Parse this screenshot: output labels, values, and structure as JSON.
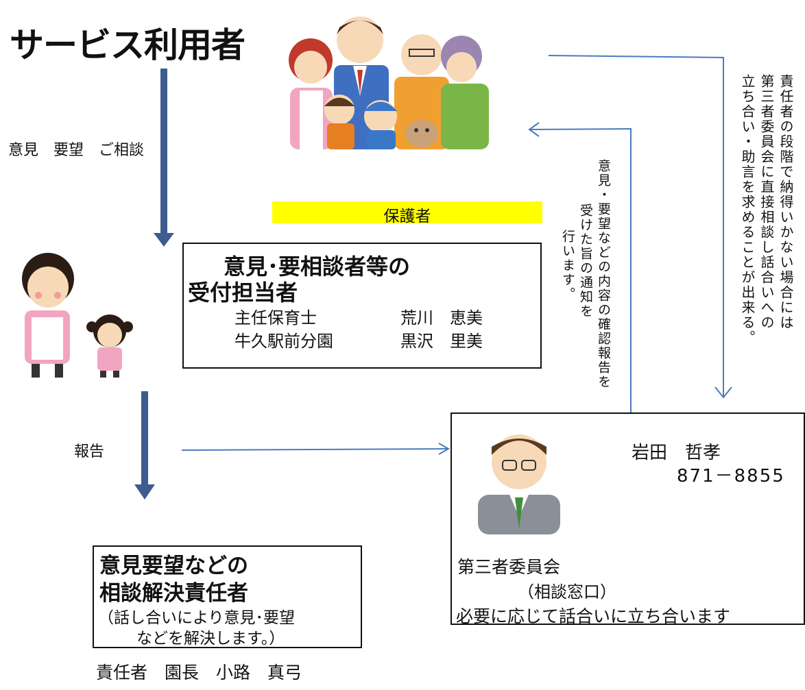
{
  "title": "サービス利用者",
  "guardian_label": "保護者",
  "flow_label_1": "意見　要望　ご相談",
  "flow_label_2": "報告",
  "receptionist_box": {
    "heading_line1": "意見･要相談者等の",
    "heading_line2": "受付担当者",
    "rows": [
      {
        "role": "主任保育士",
        "name": "荒川　恵美"
      },
      {
        "role": "牛久駅前分園",
        "name": "黒沢　里美"
      }
    ]
  },
  "notice_text_col1": "意見・要望などの内容の確認報告を",
  "notice_text_col2": "受けた旨の通知を",
  "notice_text_col3": "行います。",
  "direct_text_col1": "責任者の段階で納得いかない場合には",
  "direct_text_col2": "第三者委員会に直接相談し話合いへの",
  "direct_text_col3": "立ち合い・助言を求めることが出来る。",
  "committee": {
    "name": "岩田　哲孝",
    "phone": "871－8855",
    "title": "第三者委員会",
    "subtitle": "（相談窓口）",
    "desc": "必要に応じて話合いに立ち合います"
  },
  "resolver_box": {
    "heading_line1": "意見要望などの",
    "heading_line2": "相談解決責任者",
    "note_line1": "（話し合いにより意見･要望",
    "note_line2": "などを解決します。）"
  },
  "responsible": "責任者　園長　小路　真弓",
  "colors": {
    "arrow": "#3d5c8f",
    "thin_line": "#4a7bbf",
    "highlight": "#ffff00"
  }
}
